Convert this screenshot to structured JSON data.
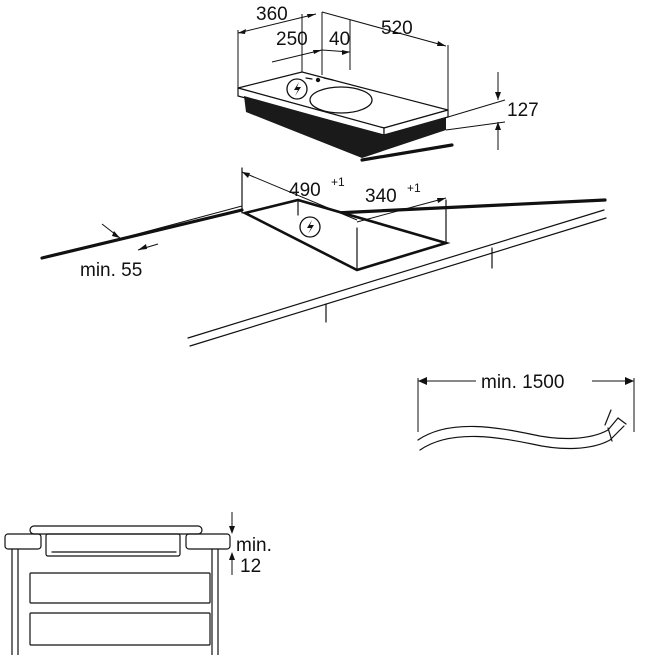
{
  "labels": {
    "dim_width_360": "360",
    "dim_depth_520": "520",
    "dim_offset_250": "250",
    "dim_offset_40": "40",
    "dim_height_127": "127",
    "cutout_490": "490",
    "cutout_490_tolerance": "+1",
    "cutout_340": "340",
    "cutout_340_tolerance": "+1",
    "min_55": "min. 55",
    "min_1500": "min. 1500",
    "min_12_line1": "min.",
    "min_12_line2": "12"
  },
  "icons": {
    "power_symbol": "lightning-bolt-circle"
  }
}
